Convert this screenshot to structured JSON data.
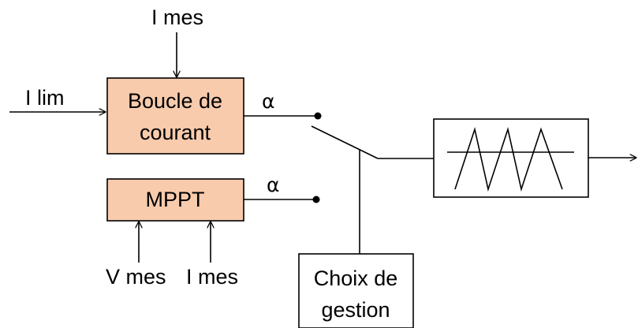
{
  "colors": {
    "block_fill": "#f8cbad",
    "line": "#000000"
  },
  "inputs": {
    "i_lim": "I lim",
    "i_mes_top": "I mes",
    "v_mes": "V mes",
    "i_mes_bottom": "I mes"
  },
  "blocks": {
    "boucle": {
      "line1": "Boucle de",
      "line2": "courant"
    },
    "mppt": {
      "label": "MPPT"
    },
    "choix": {
      "line1": "Choix de",
      "line2": "gestion"
    }
  },
  "signals": {
    "alpha_top": "α",
    "alpha_bottom": "α"
  },
  "icons": {
    "pwm": "sawtooth-carrier-icon"
  }
}
